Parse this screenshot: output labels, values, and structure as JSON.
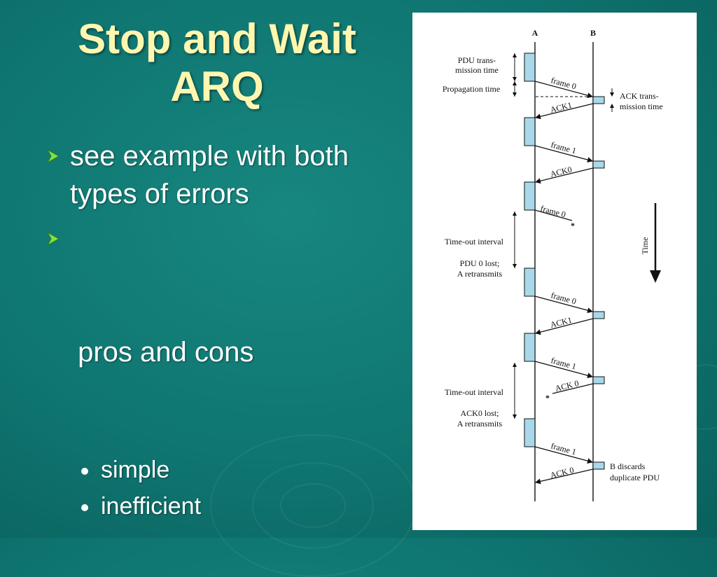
{
  "slide": {
    "title_line1": "Stop and Wait",
    "title_line2": "ARQ",
    "bullets": [
      {
        "text_line1": "see example with both",
        "text_line2": "types of errors"
      },
      {
        "text": " pros and cons",
        "sub": [
          "simple",
          "inefficient"
        ]
      }
    ]
  },
  "diagram": {
    "station_a": "A",
    "station_b": "B",
    "labels": {
      "pdu_tx_1": "PDU trans-",
      "pdu_tx_2": "mission time",
      "prop": "Propagation time",
      "ack_tx_1": "ACK trans-",
      "ack_tx_2": "mission time",
      "timeout1": "Time-out interval",
      "lost1_a": "PDU 0 lost;",
      "lost1_b": "A retransmits",
      "timeout2": "Time-out interval",
      "lost2_a": "ACK0 lost;",
      "lost2_b": "A retransmits",
      "discard_a": "B discards",
      "discard_b": "duplicate PDU",
      "time": "Time"
    },
    "messages": [
      "frame 0",
      "ACK1",
      "frame 1",
      "ACK0",
      "frame 0",
      "frame 0",
      "ACK1",
      "frame 1",
      "ACK 0",
      "frame 1",
      "ACK 0"
    ],
    "colors": {
      "block": "#a8d8ea",
      "bullet_arrow": "#7fe04a",
      "title": "#fff7b0"
    }
  }
}
